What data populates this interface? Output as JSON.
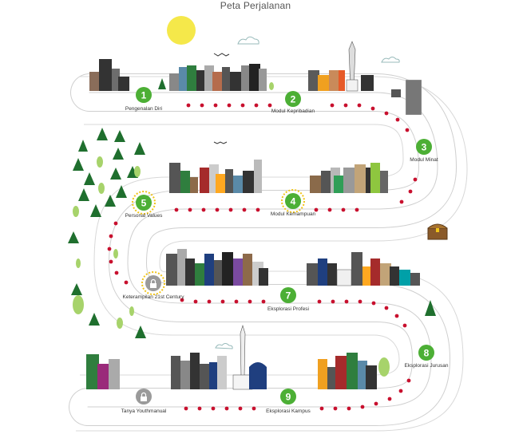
{
  "title": "Peta Perjalanan",
  "stations": [
    {
      "id": "1",
      "label": "Pengenalan Diri",
      "state": "done"
    },
    {
      "id": "2",
      "label": "Modul Kepribadian",
      "state": "done"
    },
    {
      "id": "3",
      "label": "Modul Minat",
      "state": "done"
    },
    {
      "id": "4",
      "label": "Modul Kemampuan",
      "state": "current"
    },
    {
      "id": "5",
      "label": "Personal Values",
      "state": "current"
    },
    {
      "id": "lock1",
      "label": "Keterampilan 21st Century",
      "state": "locked"
    },
    {
      "id": "7",
      "label": "Eksplorasi Profesi",
      "state": "done"
    },
    {
      "id": "8",
      "label": "Eksplorasi Jurusan",
      "state": "done"
    },
    {
      "id": "9",
      "label": "Eksplorasi Kampus",
      "state": "done"
    },
    {
      "id": "lock2",
      "label": "Tanya Youthmanual",
      "state": "locked"
    }
  ],
  "colors": {
    "green": "#4caf35",
    "gold": "#f0c419",
    "locked": "#9a9a9a",
    "dots": "#c8102e",
    "road": "#cfcfcf"
  },
  "icons": {
    "lock": "lock-icon",
    "chest": "treasure-chest-icon",
    "sun": "sun-icon"
  }
}
